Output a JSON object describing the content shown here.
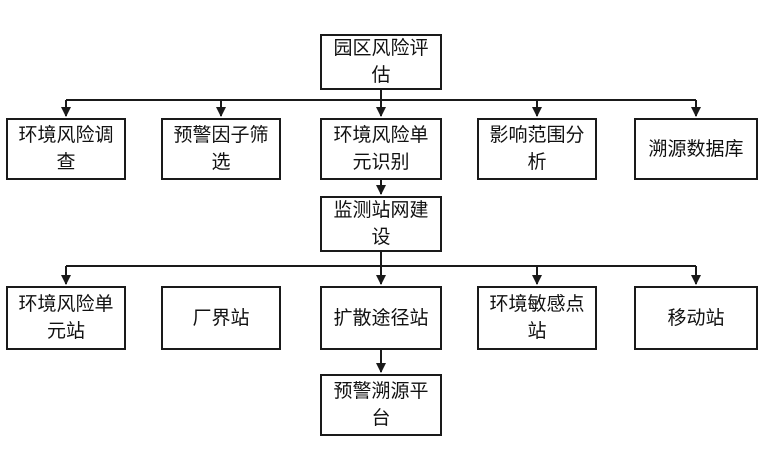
{
  "diagram": {
    "line_color": "#1a1a1a",
    "nodes": {
      "top": "园区风险评估",
      "survey": "环境风险调查",
      "screening": "预警因子筛选",
      "unit_identify": "环境风险单元识别",
      "impact": "影响范围分析",
      "source_db": "溯源数据库",
      "monitoring": "监测站网建设",
      "unit_station": "环境风险单元站",
      "boundary_station": "厂界站",
      "diffusion_station": "扩散途径站",
      "sensitive_station": "环境敏感点站",
      "mobile_station": "移动站",
      "platform": "预警溯源平台"
    }
  }
}
